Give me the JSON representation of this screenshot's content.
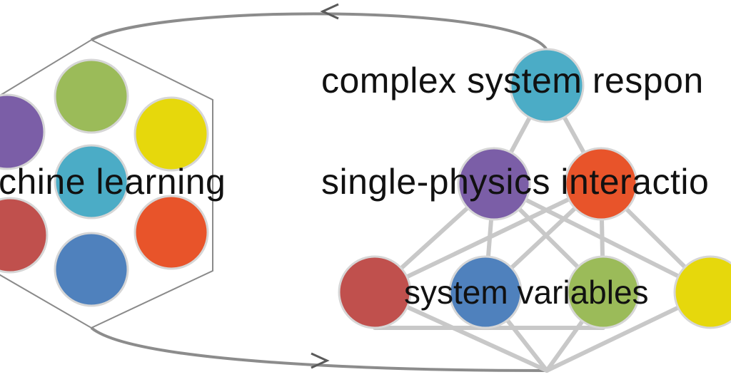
{
  "labels": {
    "machine_learning": "chine learning",
    "complex_system_response": "complex system respon",
    "single_physics_interactions": "single-physics interactio",
    "system_variables": "system variables"
  },
  "colors": {
    "purple": "#7b5ea7",
    "green": "#9bbb59",
    "yellow": "#e6d80c",
    "teal": "#4bacc6",
    "red": "#c0504d",
    "orange": "#e8542a",
    "blue": "#4f81bd",
    "edge": "#c8c8c8",
    "node_border": "#d6d6d6",
    "hexagon": "#8a8a8a",
    "arrow": "#8c8c8c"
  }
}
